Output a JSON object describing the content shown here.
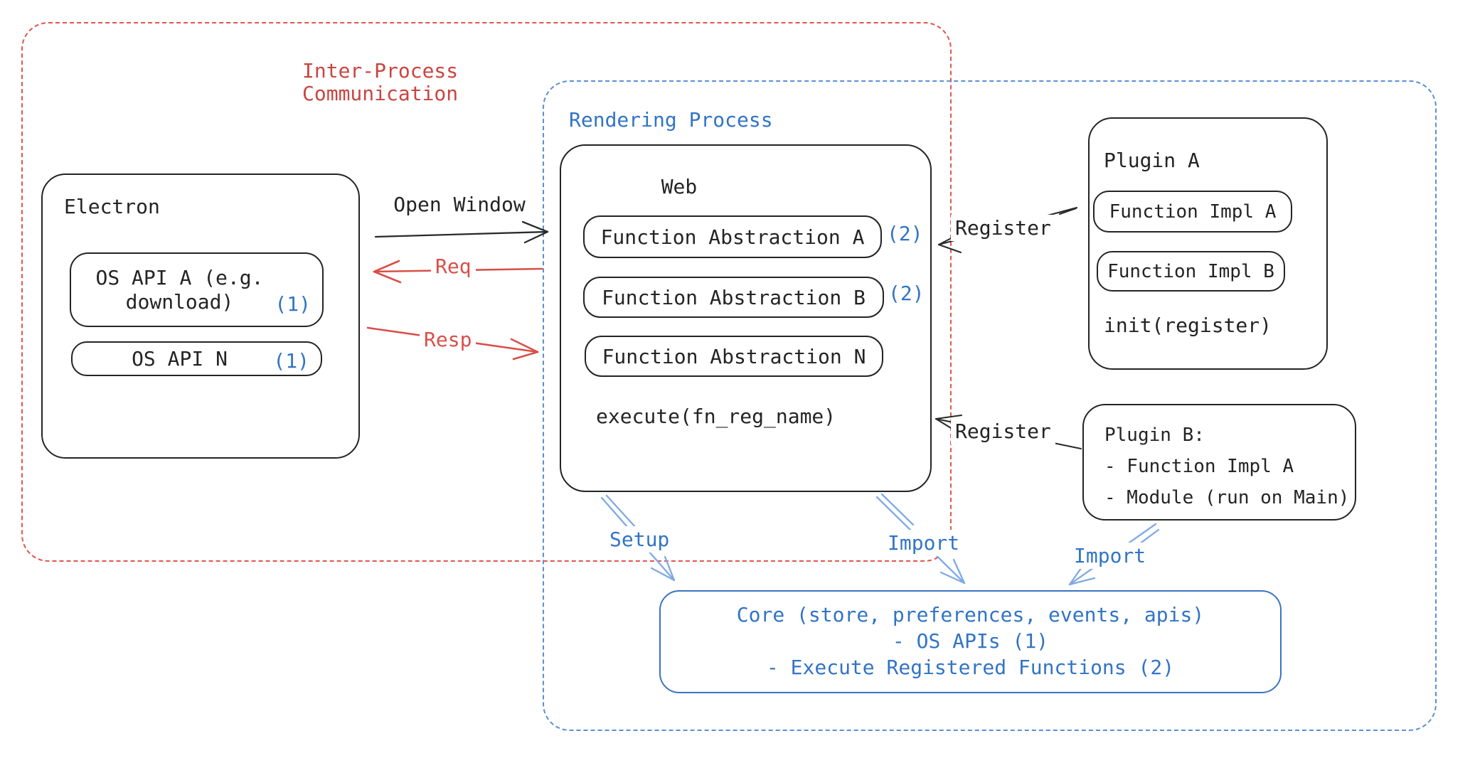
{
  "colors": {
    "red_dashed_border": "#e0564e",
    "red_title": "#c94540",
    "red_arrow": "#d85048",
    "blue_dashed_border": "#5a8fd6",
    "blue_text": "#3274c5",
    "blue_arrow": "#7fa9e4",
    "ink": "#242424",
    "background": "#ffffff"
  },
  "ipc_group": {
    "title_line1": "Inter-Process",
    "title_line2": "Communication"
  },
  "rendering_group": {
    "title": "Rendering Process"
  },
  "electron": {
    "title": "Electron",
    "os_api_a": {
      "line1": "OS API A (e.g.",
      "line2": "download)",
      "ref": "(1)"
    },
    "os_api_n": {
      "label": "OS API N",
      "ref": "(1)"
    }
  },
  "web": {
    "title": "Web",
    "abstractions": [
      {
        "label": "Function Abstraction A",
        "ref": "(2)"
      },
      {
        "label": "Function Abstraction B",
        "ref": "(2)"
      },
      {
        "label": "Function Abstraction N",
        "ref": ""
      }
    ],
    "execute": "execute(fn_reg_name)"
  },
  "plugin_a": {
    "title": "Plugin A",
    "impls": [
      {
        "label": "Function Impl A"
      },
      {
        "label": "Function Impl B"
      }
    ],
    "init": "init(register)"
  },
  "plugin_b": {
    "title": "Plugin B:",
    "items": [
      "- Function Impl A",
      "- Module (run on Main)"
    ]
  },
  "core": {
    "line1": "Core (store, preferences, events, apis)",
    "line2": "- OS APIs (1)",
    "line3": "- Execute Registered Functions (2)"
  },
  "labels": {
    "open_window": "Open Window",
    "req": "Req",
    "resp": "Resp",
    "register_top": "Register",
    "register_bottom": "Register",
    "setup": "Setup",
    "import_web": "Import",
    "import_plugin": "Import"
  }
}
